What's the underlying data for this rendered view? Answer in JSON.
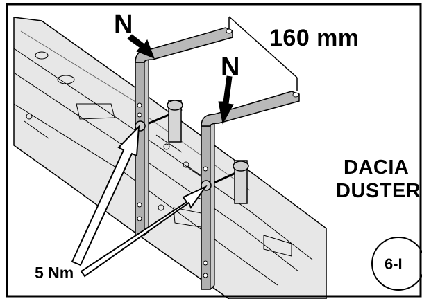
{
  "labels": {
    "nut_marker_1": "N",
    "nut_marker_2": "N",
    "dimension": "160 mm",
    "torque": "5 Nm",
    "vehicle_make": "DACIA",
    "vehicle_model": "DUSTER",
    "figure_code": "6-I"
  },
  "colors": {
    "line": "#000000",
    "chassis": "#e7e7e7",
    "bracket": "#b0b0b0",
    "background": "#ffffff"
  }
}
